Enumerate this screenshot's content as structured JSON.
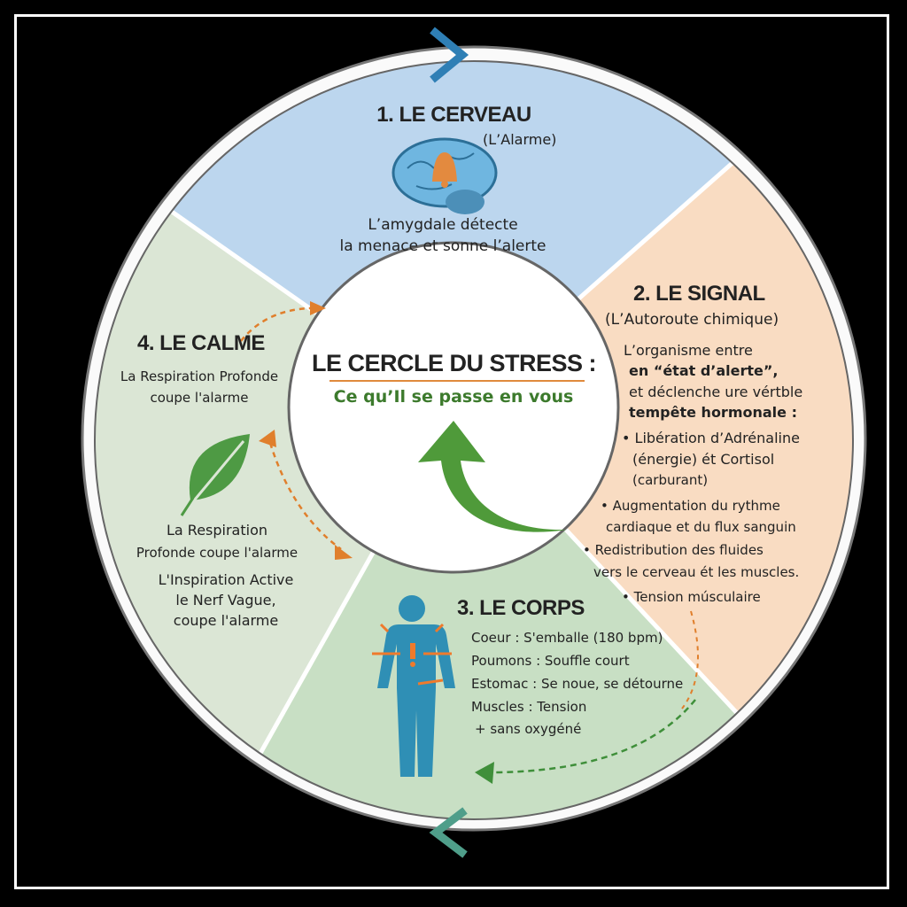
{
  "center": {
    "title": "LE CERCLE DU STRESS :",
    "subtitle": "Ce qu’Il se passe en vous"
  },
  "colors": {
    "brain": "#bcd6ee",
    "signal": "#f9dcc2",
    "body": "#c8dfc4",
    "calm": "#dbe6d5",
    "arrow_green": "#4f9a3a",
    "arrow_orange": "#e07f2c"
  },
  "sections": {
    "brain": {
      "title": "1. LE CERVEAU",
      "subtitle": "(L’Alarme)",
      "lines": [
        "L’amygdale détecte",
        "la menace et sonne l’alerte"
      ]
    },
    "signal": {
      "title": "2. LE SIGNAL",
      "subtitle": "(L’Autoroute chimique)",
      "intro": [
        "L’organisme entre",
        "en “état d’alerte”,",
        "et déclenche ure vértble",
        "tempête hormonale :"
      ],
      "bullets": [
        "• Libération d’Adrénaline",
        "(énergie) ét Cortisol",
        "(carburant)",
        "• Augmentation du rythme",
        "cardiaque et du flux sanguin",
        "• Redistribution des fluides",
        "vers le cerveau ét les muscles.",
        "• Tension músculaire"
      ]
    },
    "body": {
      "title": "3. LE CORPS",
      "lines": [
        "Coeur : S'emballe (180 bpm)",
        "Poumons : Souffle court",
        "Estomac : Se noue, se détourne",
        "Muscles : Tension",
        "+ sans oxygéné"
      ]
    },
    "calm": {
      "title": "4. LE CALME",
      "lines1": [
        "La Respiration Profonde",
        "coupe l'alarme"
      ],
      "lines2": [
        "La Respiration",
        "Profonde coupe l'alarme"
      ],
      "lines3": [
        "L'Inspiration Active",
        "le Nerf Vague,",
        "coupe l'alarme"
      ]
    }
  }
}
